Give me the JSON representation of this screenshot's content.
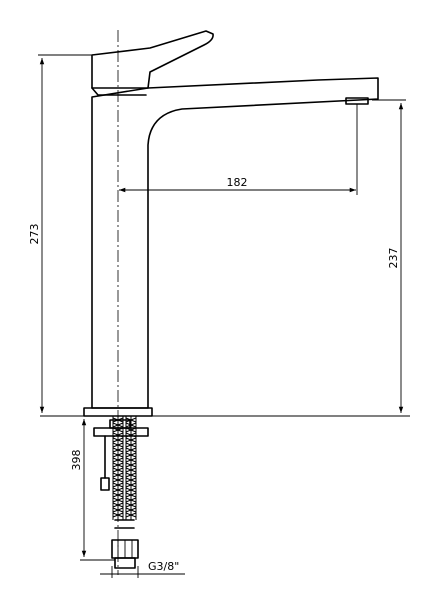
{
  "dimensions": {
    "total_height": "273",
    "spout_reach": "182",
    "outlet_height": "237",
    "hose_length": "398",
    "connection_thread": "G3/8\""
  }
}
